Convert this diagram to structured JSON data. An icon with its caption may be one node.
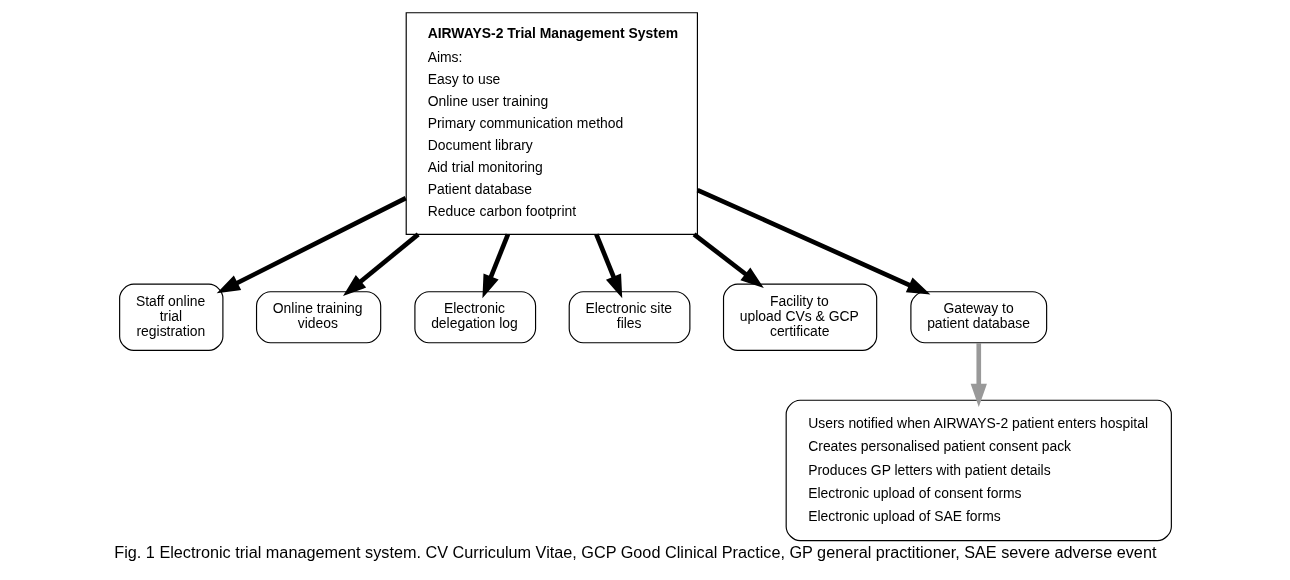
{
  "diagram": {
    "caption": "Fig. 1 Electronic trial management system. CV Curriculum Vitae, GCP Good Clinical Practice, GP general practitioner, SAE severe adverse event",
    "nodes": [
      {
        "text": [
          "AIRWAYS-2 Trial Management System",
          "Aims:",
          "Easy to use",
          "Online user training",
          "Primary communication method",
          "Document library",
          "Aid trial monitoring",
          "Patient database",
          "Reduce carbon footprint"
        ]
      },
      {
        "text": [
          "Staff online trial registration"
        ]
      },
      {
        "text": [
          "Online training videos"
        ]
      },
      {
        "text": [
          "Electronic delegation log"
        ]
      },
      {
        "text": [
          "Electronic site files"
        ]
      },
      {
        "text": [
          "Facility to upload CVs & GCP certificate"
        ]
      },
      {
        "text": [
          "Gateway to patient database"
        ]
      },
      {
        "text": [
          "Users notified when AIRWAYS-2 patient enters hospital",
          "Creates personalised patient consent pack",
          "Produces GP letters with patient details",
          "Electronic upload of consent forms",
          "Electronic upload of SAE forms"
        ]
      }
    ],
    "edges": [
      {
        "from": 0,
        "to": 1,
        "arrow": "to"
      },
      {
        "from": 0,
        "to": 2,
        "arrow": "to"
      },
      {
        "from": 0,
        "to": 3,
        "arrow": "to"
      },
      {
        "from": 0,
        "to": 4,
        "arrow": "to"
      },
      {
        "from": 0,
        "to": 5,
        "arrow": "to"
      },
      {
        "from": 0,
        "to": 6,
        "arrow": "to"
      },
      {
        "from": 6,
        "to": 7,
        "arrow": "to",
        "color": "#999999"
      }
    ]
  }
}
